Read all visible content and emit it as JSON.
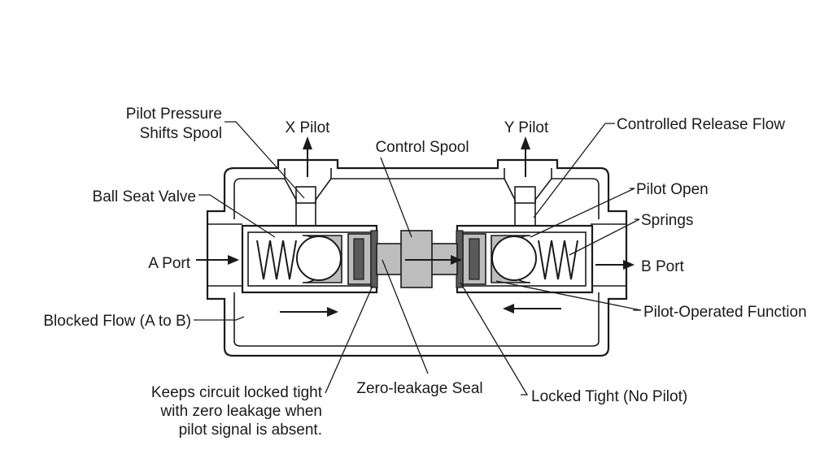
{
  "labels": {
    "pilot_pressure_1": "Pilot Pressure",
    "pilot_pressure_2": "Shifts Spool",
    "x_pilot": "X Pilot",
    "y_pilot": "Y Pilot",
    "controlled_release": "Controlled Release Flow",
    "control_spool": "Control Spool",
    "ball_seat_valve": "Ball Seat Valve",
    "pilot_open": "Pilot Open",
    "springs": "Springs",
    "a_port": "A Port",
    "b_port": "B Port",
    "blocked_flow": "Blocked Flow (A to B)",
    "pilot_operated": "Pilot-Operated Function",
    "keeps_1": "Keeps circuit locked tight",
    "keeps_2": "with zero leakage when",
    "keeps_3": "pilot signal is absent.",
    "zero_leakage": "Zero-leakage Seal",
    "locked_tight": "Locked Tight (No Pilot)"
  }
}
